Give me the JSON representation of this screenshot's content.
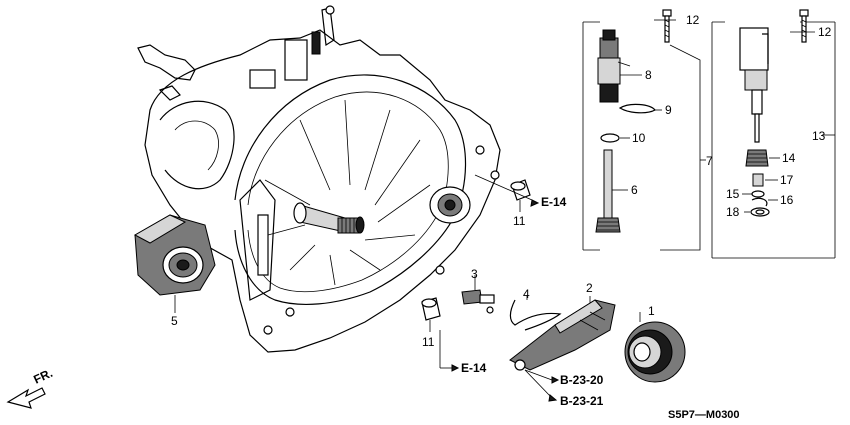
{
  "parts": {
    "p1": "1",
    "p2": "2",
    "p3": "3",
    "p4": "4",
    "p5": "5",
    "p6": "6",
    "p7": "7",
    "p8": "8",
    "p9": "9",
    "p10": "10",
    "p11a": "11",
    "p11b": "11",
    "p12a": "12",
    "p12b": "12",
    "p13": "13",
    "p14": "14",
    "p15": "15",
    "p16": "16",
    "p17": "17",
    "p18": "18"
  },
  "refs": {
    "e14_upper": "E-14",
    "e14_lower": "E-14",
    "b2320": "B-23-20",
    "b2321": "B-23-21"
  },
  "front": "FR.",
  "diagram_code": "S5P7—M0300"
}
